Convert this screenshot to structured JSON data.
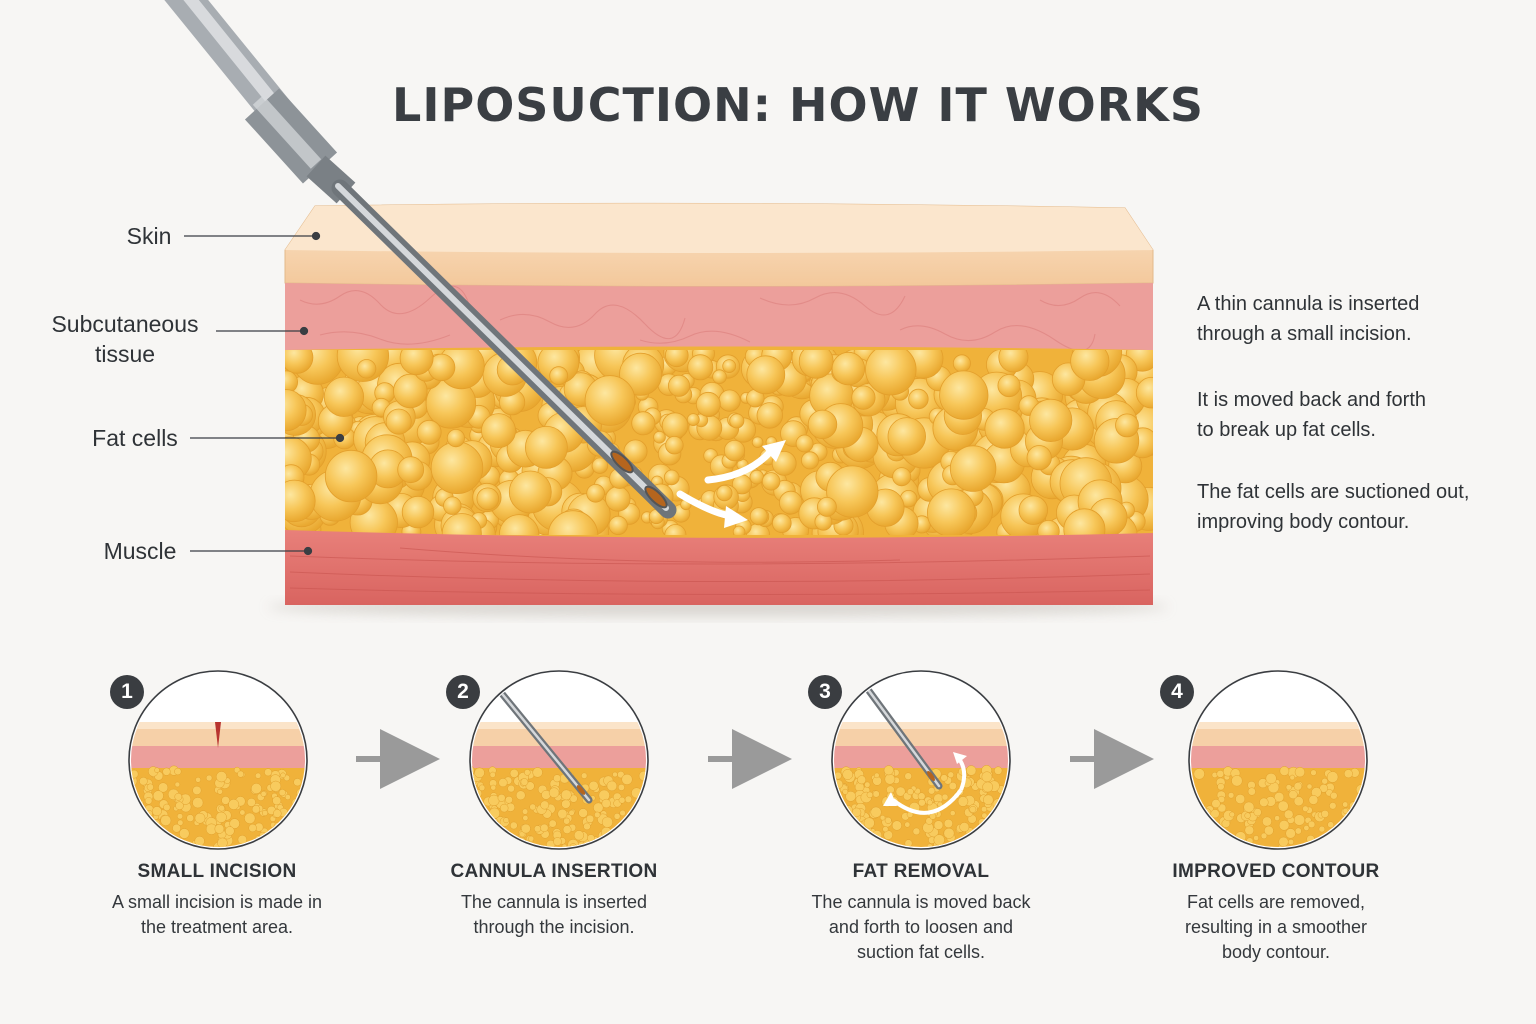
{
  "title": "LIPOSUCTION: HOW IT WORKS",
  "layers": [
    {
      "label": "Skin"
    },
    {
      "label": "Subcutaneous tissue"
    },
    {
      "label": "Fat cells"
    },
    {
      "label": "Muscle"
    }
  ],
  "notes": [
    "A  thin cannula is inserted through a small incision.",
    "It is moved back and forth to break up fat cells.",
    "The fat cells are suctioned out, improving body contour."
  ],
  "steps": [
    {
      "number": "1",
      "title": "SMALL INCISION",
      "description": "A small incision is made in the treatment area."
    },
    {
      "number": "2",
      "title": "CANNULA INSERTION",
      "description": "The cannula is inserted through the incision."
    },
    {
      "number": "3",
      "title": "FAT REMOVAL",
      "description": "The cannula is moved back and forth to loosen and suction fat cells."
    },
    {
      "number": "4",
      "title": "IMPROVED CONTOUR",
      "description": "Fat cells are removed, resulting in a smoother body contour."
    }
  ],
  "colors": {
    "skin": "#f6d3ab",
    "subcutaneous": "#eb9e9a",
    "fat": "#f2b43a",
    "fat_cell": "#f7c95a",
    "muscle": "#e0706a",
    "number_badge": "#3a3d41"
  },
  "icons": [
    "cannula-icon",
    "flow-arrow-icon",
    "step-arrow-icon"
  ]
}
